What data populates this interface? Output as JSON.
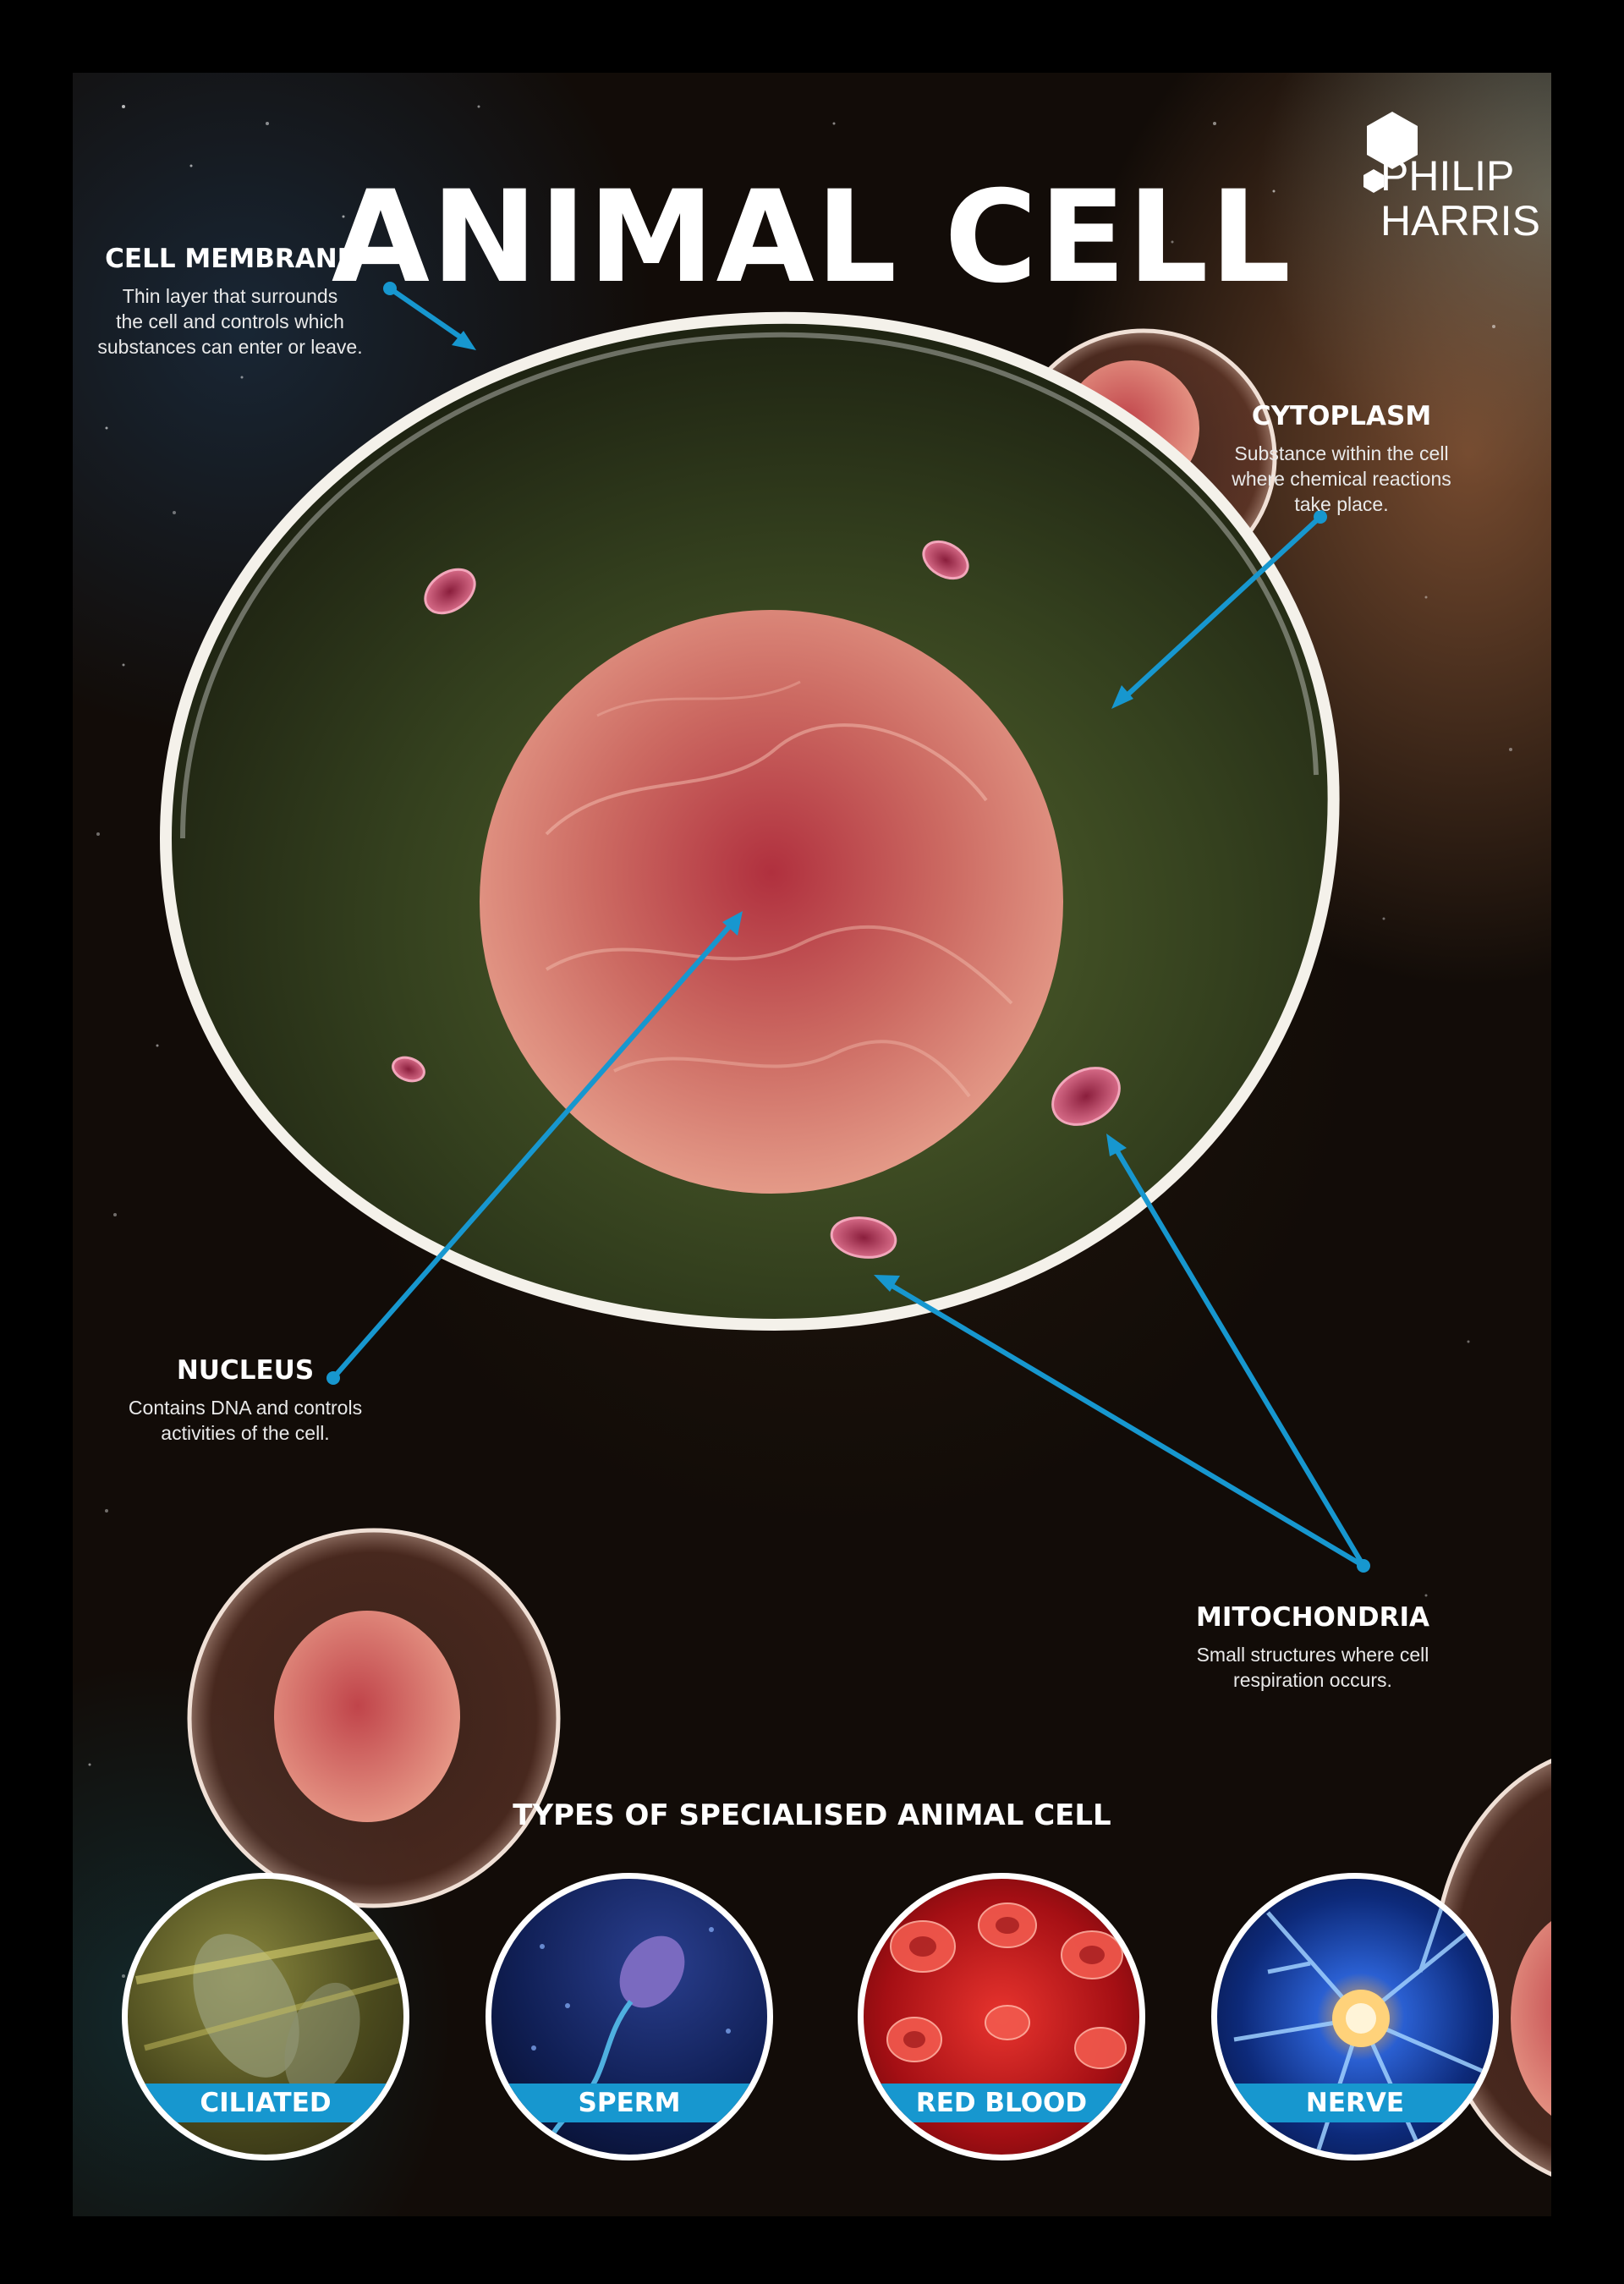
{
  "poster": {
    "title": "ANIMAL CELL",
    "logo": {
      "line1": "PHILIP",
      "line2": "HARRIS",
      "icon": "hexagon-logo-icon"
    },
    "labels": {
      "cell_membrane": {
        "heading": "CELL MEMBRANE",
        "lines": [
          "Thin layer that surrounds",
          "the cell and controls which",
          "substances can enter or leave."
        ]
      },
      "cytoplasm": {
        "heading": "CYTOPLASM",
        "lines": [
          "Substance within the cell",
          "where chemical reactions",
          "take place."
        ]
      },
      "nucleus": {
        "heading": "NUCLEUS",
        "lines": [
          "Contains DNA and controls",
          "activities of the cell."
        ]
      },
      "mitochondria": {
        "heading": "MITOCHONDRIA",
        "lines": [
          "Small structures where cell",
          "respiration occurs."
        ]
      }
    },
    "types_title": "TYPES OF SPECIALISED ANIMAL CELL",
    "types": [
      "CILIATED",
      "SPERM",
      "RED BLOOD",
      "NERVE"
    ]
  },
  "colors": {
    "accent": "#1797cf",
    "cytoplasm": "#3c4a22",
    "nucleus": "#c8665e",
    "mitochondria": "#c23a5a"
  }
}
